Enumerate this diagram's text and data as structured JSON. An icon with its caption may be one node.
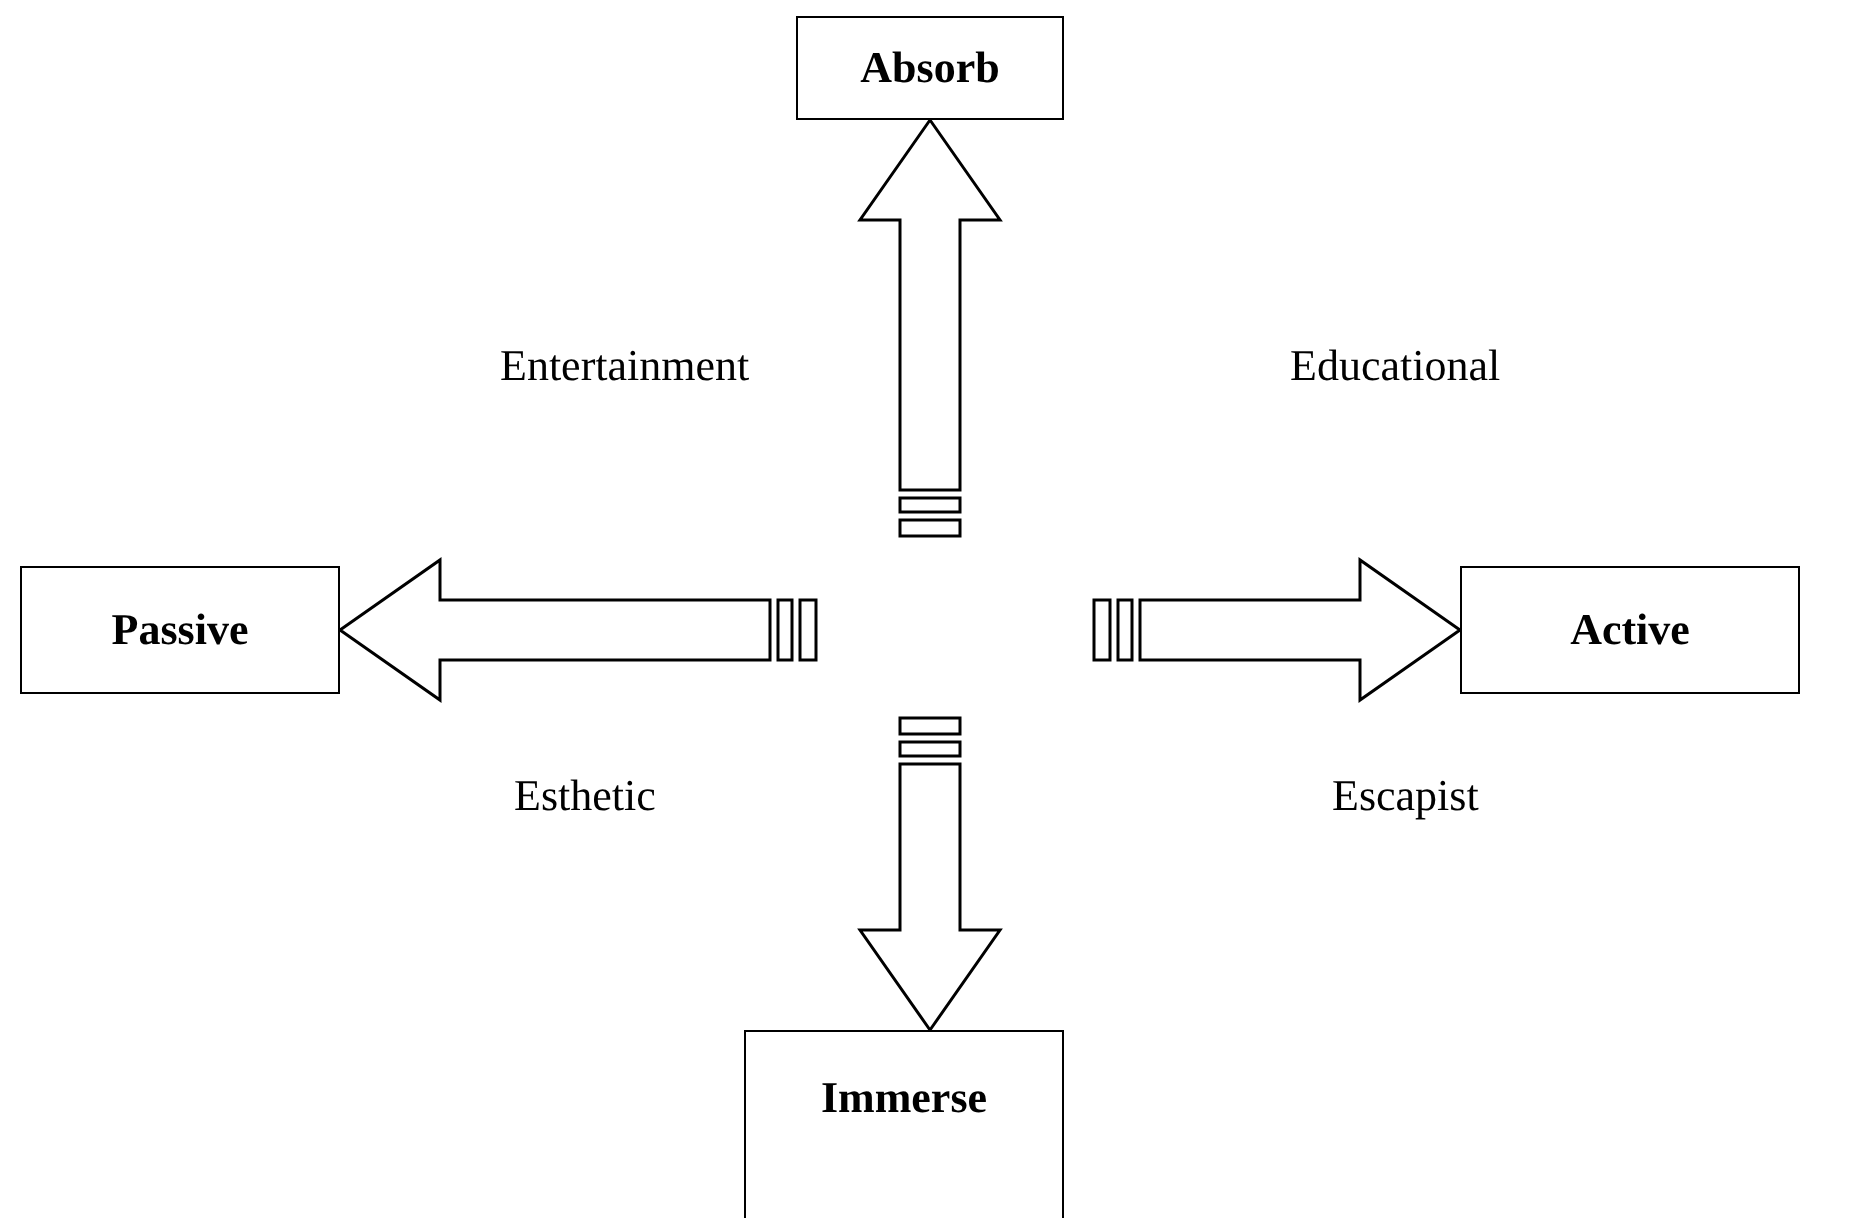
{
  "diagram": {
    "nodes": [
      {
        "text": [
          "Absorb"
        ]
      },
      {
        "text": [
          "Passive"
        ]
      },
      {
        "text": [
          "Active"
        ]
      },
      {
        "text": [
          "Immerse"
        ]
      }
    ],
    "edges": [
      {
        "from": null,
        "to": 0,
        "arrow": "to"
      },
      {
        "from": null,
        "to": 1,
        "arrow": "to"
      },
      {
        "from": null,
        "to": 2,
        "arrow": "to"
      },
      {
        "from": null,
        "to": 3,
        "arrow": "to"
      }
    ],
    "labels": [
      "Entertainment",
      "Educational",
      "Esthetic",
      "Escapist"
    ]
  }
}
